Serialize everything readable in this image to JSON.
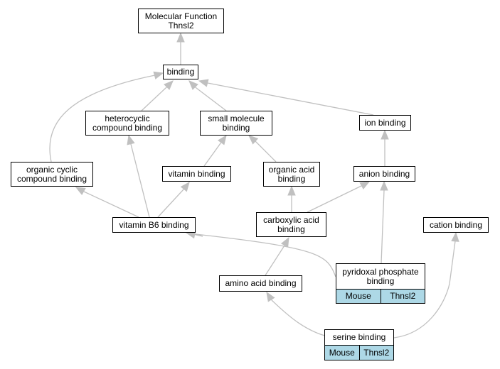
{
  "edge_color": "#c0c0c0",
  "annotation_color": "#add8e6",
  "nodes": {
    "root": "Molecular Function\nThnsl2",
    "binding": "binding",
    "heterocyclic": "heterocyclic\ncompound binding",
    "small_molecule": "small molecule\nbinding",
    "ion": "ion binding",
    "organic_cyclic": "organic cyclic\ncompound binding",
    "vitamin": "vitamin binding",
    "organic_acid": "organic acid\nbinding",
    "anion": "anion binding",
    "vitamin_b6": "vitamin B6 binding",
    "carboxylic": "carboxylic acid\nbinding",
    "cation": "cation binding",
    "plp": "pyridoxal phosphate\nbinding",
    "amino_acid": "amino acid binding",
    "serine": "serine binding"
  },
  "annotations": {
    "plp": [
      "Mouse",
      "Thnsl2"
    ],
    "serine": [
      "Mouse",
      "Thnsl2"
    ]
  }
}
